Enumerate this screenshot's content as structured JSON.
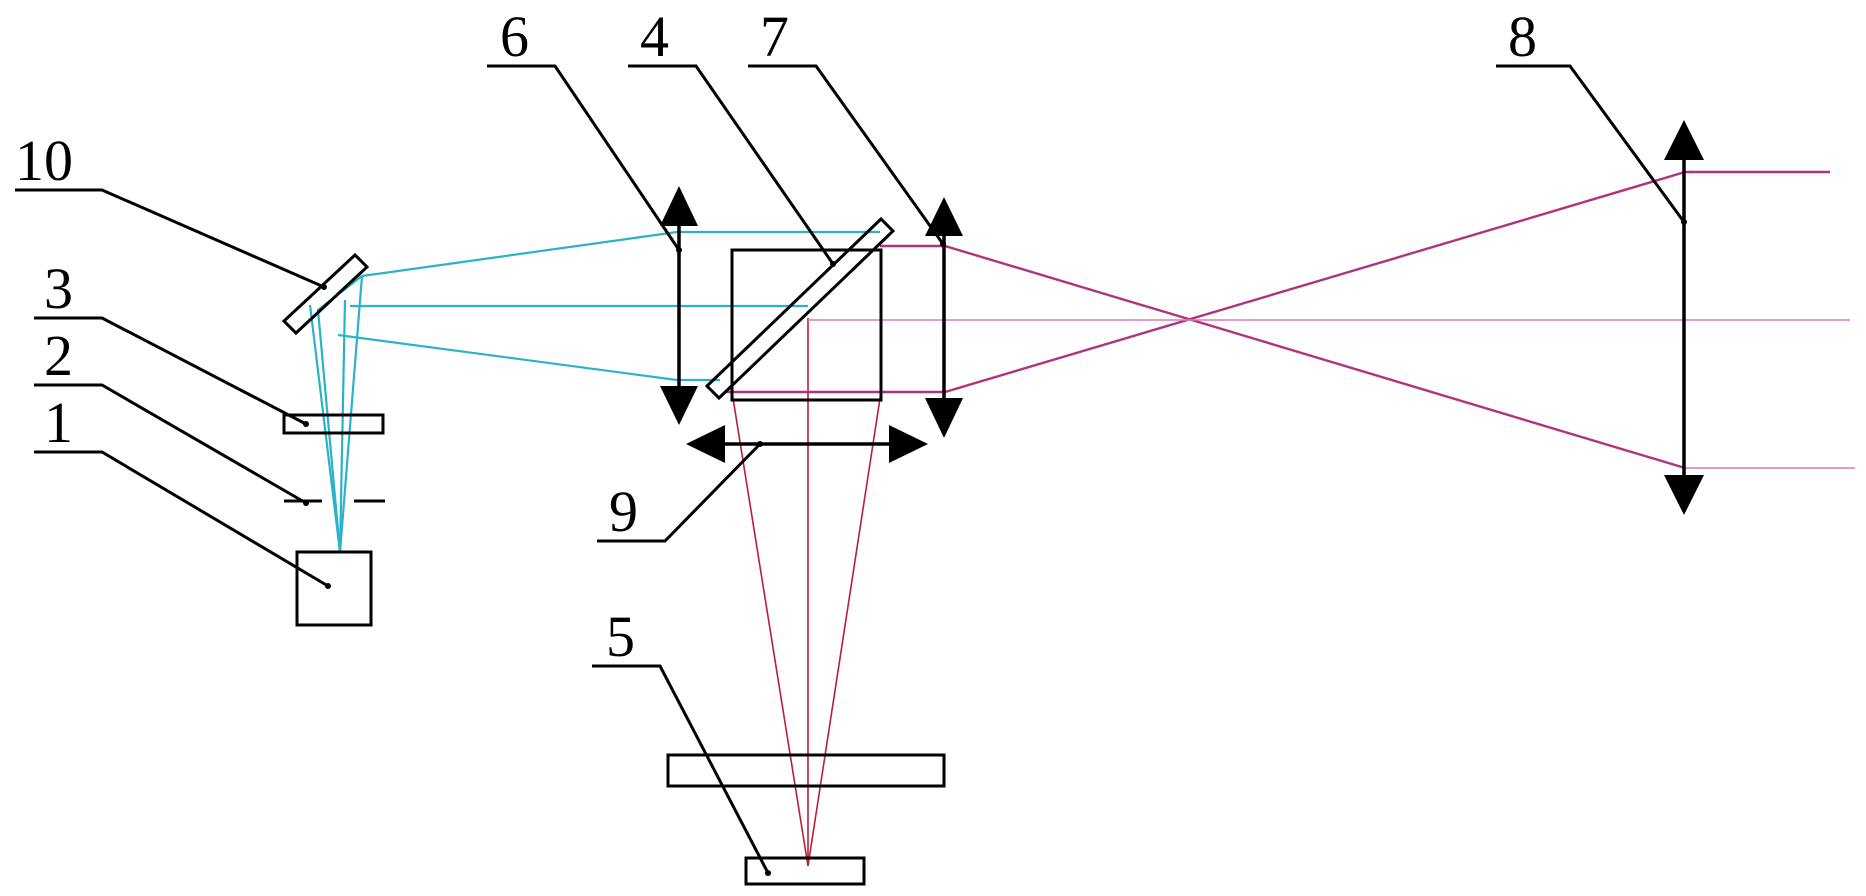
{
  "labels": {
    "l1": "1",
    "l2": "2",
    "l3": "3",
    "l4": "4",
    "l5": "5",
    "l6": "6",
    "l7": "7",
    "l8": "8",
    "l9": "9",
    "l10": "10"
  },
  "colors": {
    "illumination_beam": "#2ab2c9",
    "imaging_beam": "#b0337f",
    "sample_beam": "#b8203a",
    "outline": "#000000"
  }
}
